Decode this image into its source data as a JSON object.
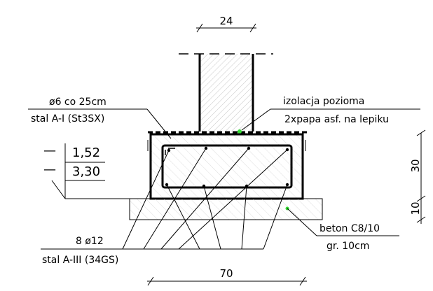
{
  "dimensions": {
    "column_width": "24",
    "footing_width": "70",
    "footing_height": "30",
    "lean_concrete_height": "10"
  },
  "labels": {
    "stirrups_top": "ø6 co 25cm",
    "stirrups_bottom": "stal A-I (St3SX)",
    "insulation_top": "izolacja pozioma",
    "insulation_bottom": "2xpapa asf. na lepiku",
    "level_top": "1,52",
    "level_bottom": "3,30",
    "level_dash_1": "—",
    "level_dash_2": "—",
    "main_bars_top": "8 ø12",
    "main_bars_bottom": "stal A-III (34GS)",
    "lean_concrete_top": "beton C8/10",
    "lean_concrete_bottom": "gr. 10cm"
  },
  "colors": {
    "line": "#000000",
    "hatch": "#c8c8c8",
    "marker": "#33dd33"
  }
}
